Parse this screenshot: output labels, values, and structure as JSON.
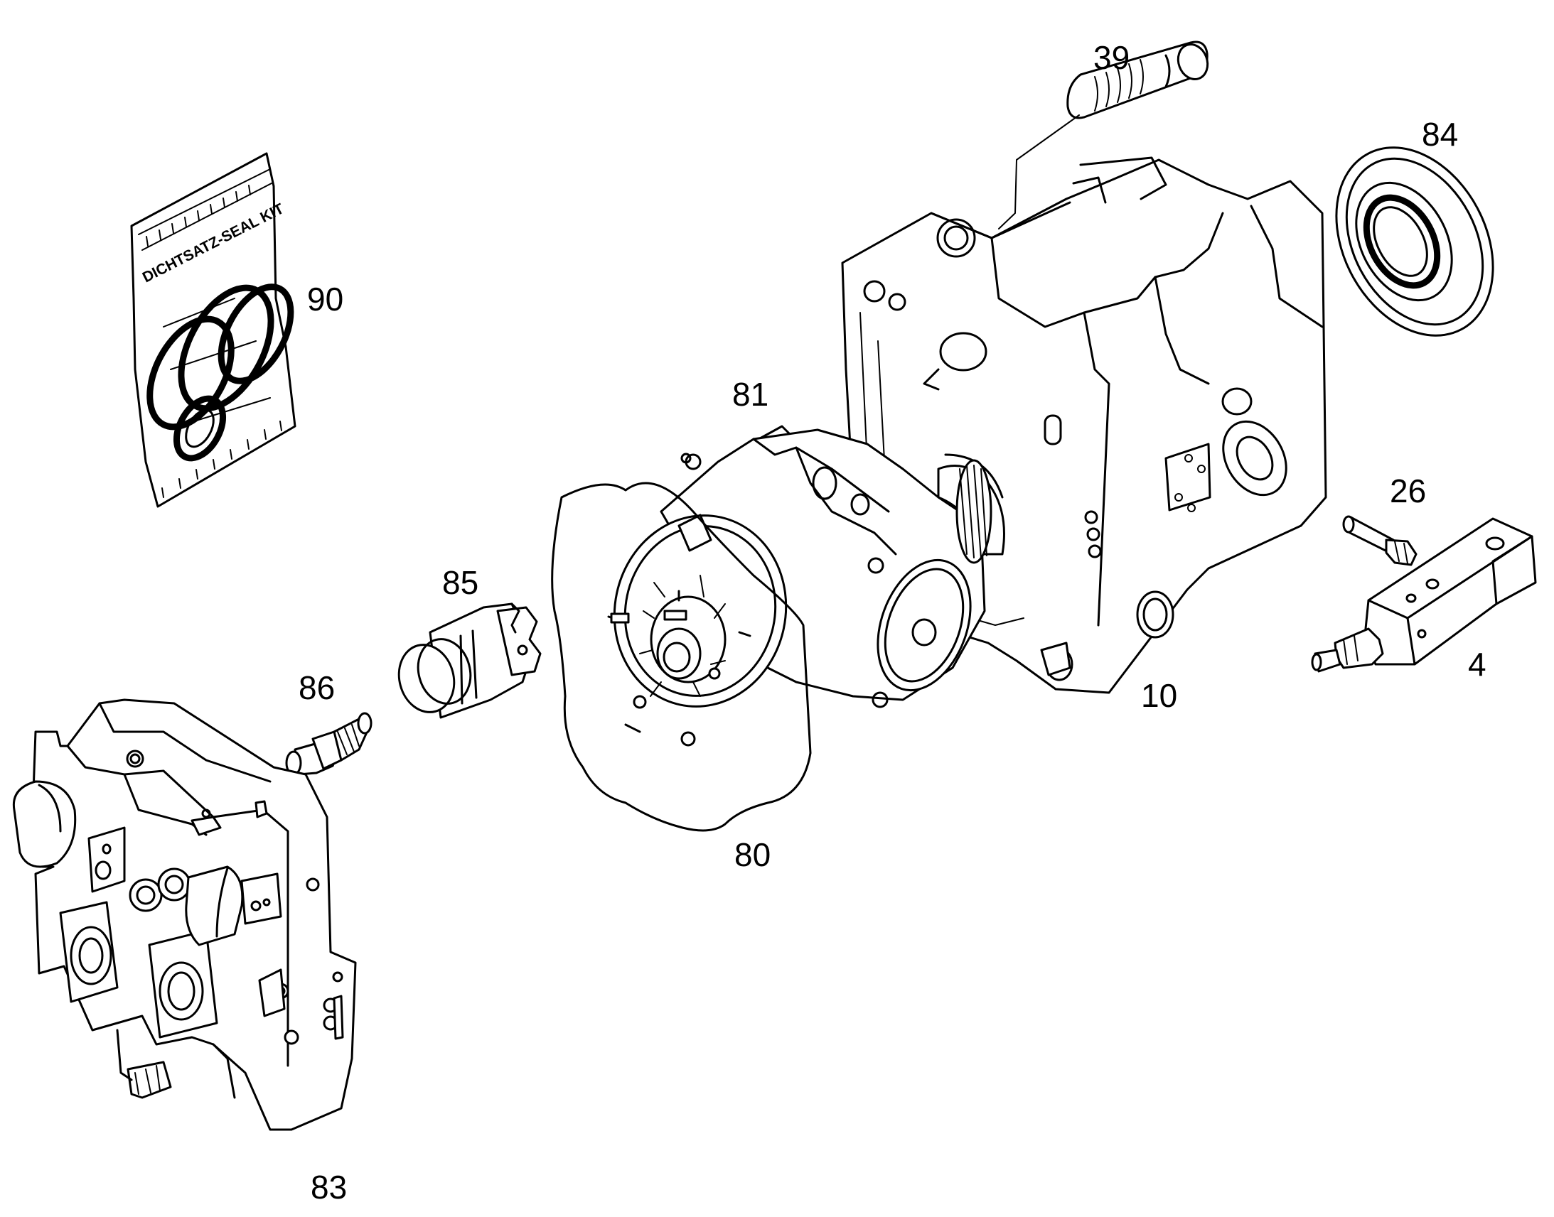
{
  "diagram": {
    "bag_text": "DICHTSATZ-SEAL KIT",
    "labels": {
      "p39": "39",
      "p84": "84",
      "p90": "90",
      "p81": "81",
      "p26": "26",
      "p85": "85",
      "p86": "86",
      "p10": "10",
      "p4": "4",
      "p80": "80",
      "p83": "83"
    }
  }
}
